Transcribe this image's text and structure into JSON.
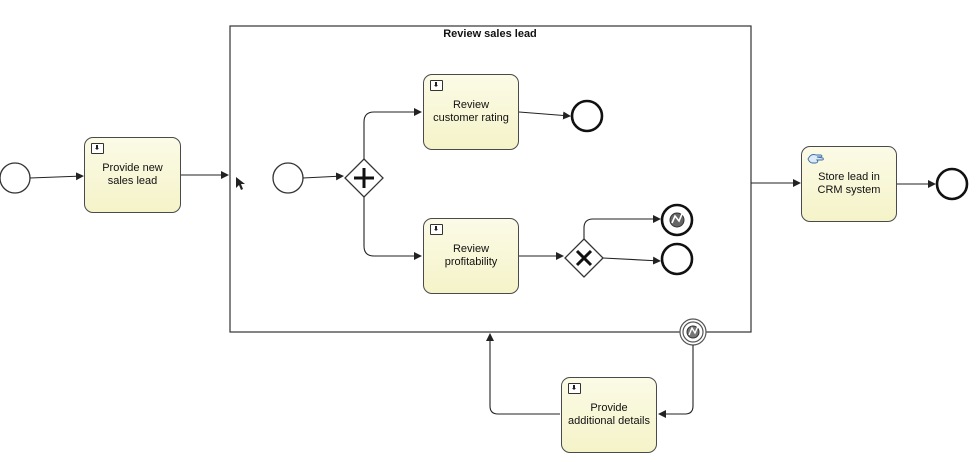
{
  "diagram": {
    "subprocess_title": "Review sales lead",
    "tasks": {
      "provide_new_sales_lead": "Provide new sales lead",
      "review_customer_rating": "Review customer rating",
      "review_profitability": "Review profitability",
      "store_lead_in_crm": "Store lead in CRM system",
      "provide_additional_details": "Provide additional details"
    }
  },
  "colors": {
    "task_fill": "#f5f3c8",
    "stroke": "#333333"
  }
}
